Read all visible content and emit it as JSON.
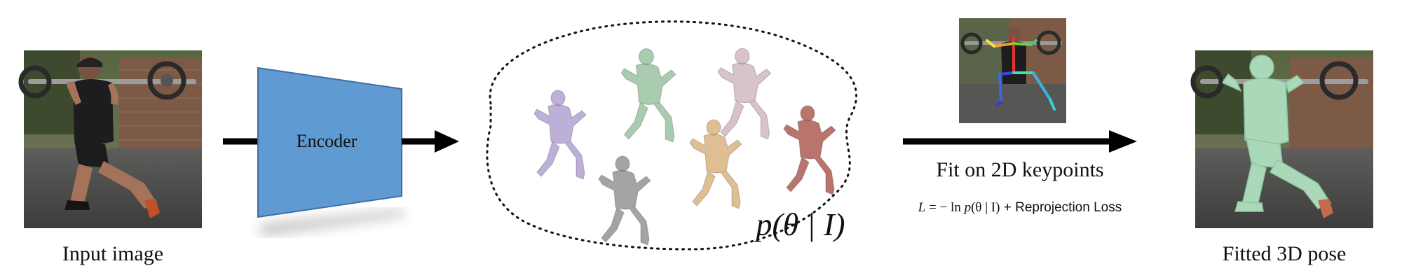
{
  "diagram": {
    "input_caption": "Input image",
    "encoder_label": "Encoder",
    "distribution_label": "p(θ | I)",
    "fit_label": "Fit on 2D keypoints",
    "loss": {
      "lhs": "L",
      "eq": " = − ln ",
      "p": "p",
      "args": "(θ | I)",
      "rest": " + Reprojection Loss"
    },
    "output_caption": "Fitted 3D pose",
    "sample_colors": [
      "#bdb0d8",
      "#a9ccb0",
      "#d8c2cb",
      "#a4a4a4",
      "#e0be94",
      "#b9746e"
    ],
    "encoder_color": "#5f9ad3",
    "fitted_mesh_color": "#aad9b9"
  }
}
